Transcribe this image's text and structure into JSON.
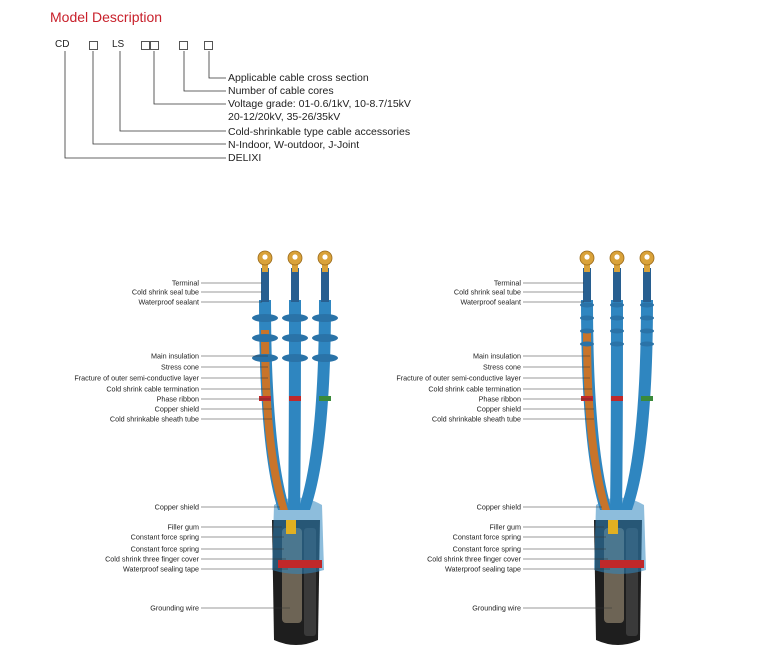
{
  "header": {
    "title": "Model Description"
  },
  "model_code": {
    "prefix": "CD",
    "middle": "LS",
    "descriptions": [
      "Applicable cable cross section",
      "Number of cable cores",
      "Voltage grade: 01-0.6/1kV, 10-8.7/15kV",
      "20-12/20kV, 35-26/35kV",
      "Cold-shrinkable type cable accessories",
      "N-Indoor, W-outdoor, J-Joint",
      "DELIXI"
    ]
  },
  "diagrams": [
    {
      "variant": "outdoor",
      "labels": [
        "Terminal",
        "Cold shrink seal tube",
        "Waterproof sealant",
        "Main insulation",
        "Stress cone",
        "Fracture of outer semi-conductive layer",
        "Cold shrink cable termination",
        "Phase ribbon",
        "Copper shield",
        "Cold shrinkable sheath tube",
        "Copper shield",
        "Filler gum",
        "Constant force spring",
        "Constant force spring",
        "Cold shrink three finger cover",
        "Waterproof sealing tape",
        "Grounding wire"
      ]
    },
    {
      "variant": "indoor",
      "labels": [
        "Terminal",
        "Cold shrink seal tube",
        "Waterproof sealant",
        "Main insulation",
        "Stress cone",
        "Fracture of outer semi-conductive layer",
        "Cold shrink cable termination",
        "Phase ribbon",
        "Copper shield",
        "Cold shrinkable sheath tube",
        "Copper shield",
        "Filler gum",
        "Constant force spring",
        "Constant force spring",
        "Cold shrink three finger cover",
        "Waterproof sealing tape",
        "Grounding wire"
      ]
    }
  ],
  "colors": {
    "title": "#c8202b",
    "sheath_blue": "#2f86c0",
    "copper": "#c8742a",
    "terminal": "#d9a23a",
    "phase_red": "#c0282a",
    "cable_black": "#1e1e1e"
  }
}
